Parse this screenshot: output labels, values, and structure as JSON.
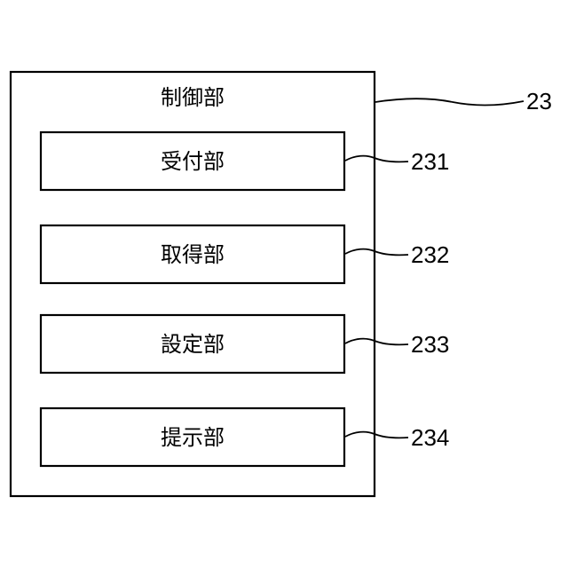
{
  "controller": {
    "label": "制御部",
    "ref": "23"
  },
  "units": [
    {
      "label": "受付部",
      "ref": "231"
    },
    {
      "label": "取得部",
      "ref": "232"
    },
    {
      "label": "設定部",
      "ref": "233"
    },
    {
      "label": "提示部",
      "ref": "234"
    }
  ],
  "colors": {
    "line": "#000000",
    "background": "#ffffff"
  }
}
